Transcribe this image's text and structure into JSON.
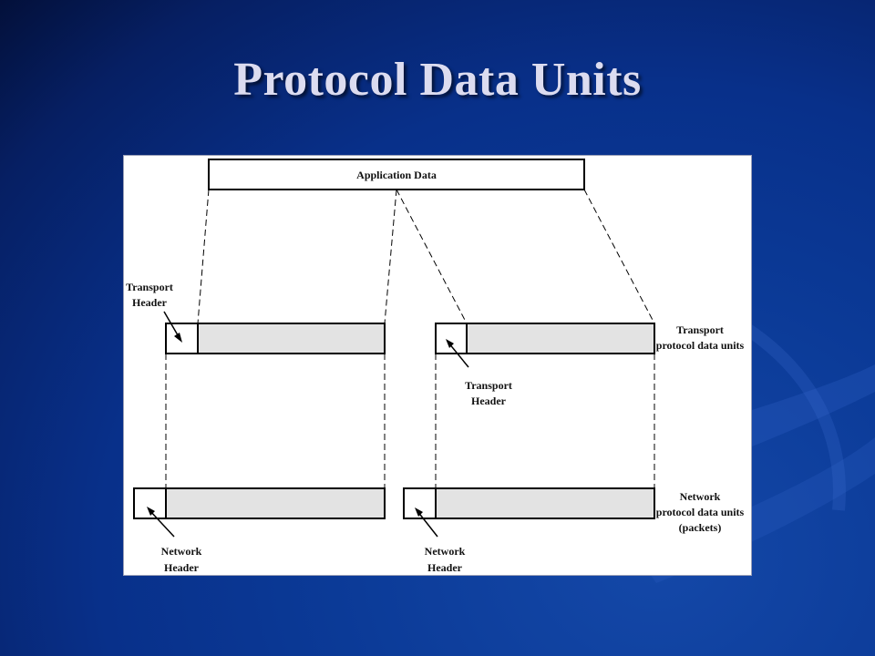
{
  "slide": {
    "title": "Protocol Data Units"
  },
  "diagram": {
    "application_data": "Application Data",
    "transport_header": [
      "Transport",
      "Header"
    ],
    "transport_pdu": [
      "Transport",
      "protocol data units"
    ],
    "network_header": [
      "Network",
      "Header"
    ],
    "network_pdu": [
      "Network",
      "protocol data units",
      "(packets)"
    ]
  },
  "colors": {
    "background": "#0b3a97",
    "title": "#dcdcf0",
    "payload_fill": "#e3e3e3"
  }
}
